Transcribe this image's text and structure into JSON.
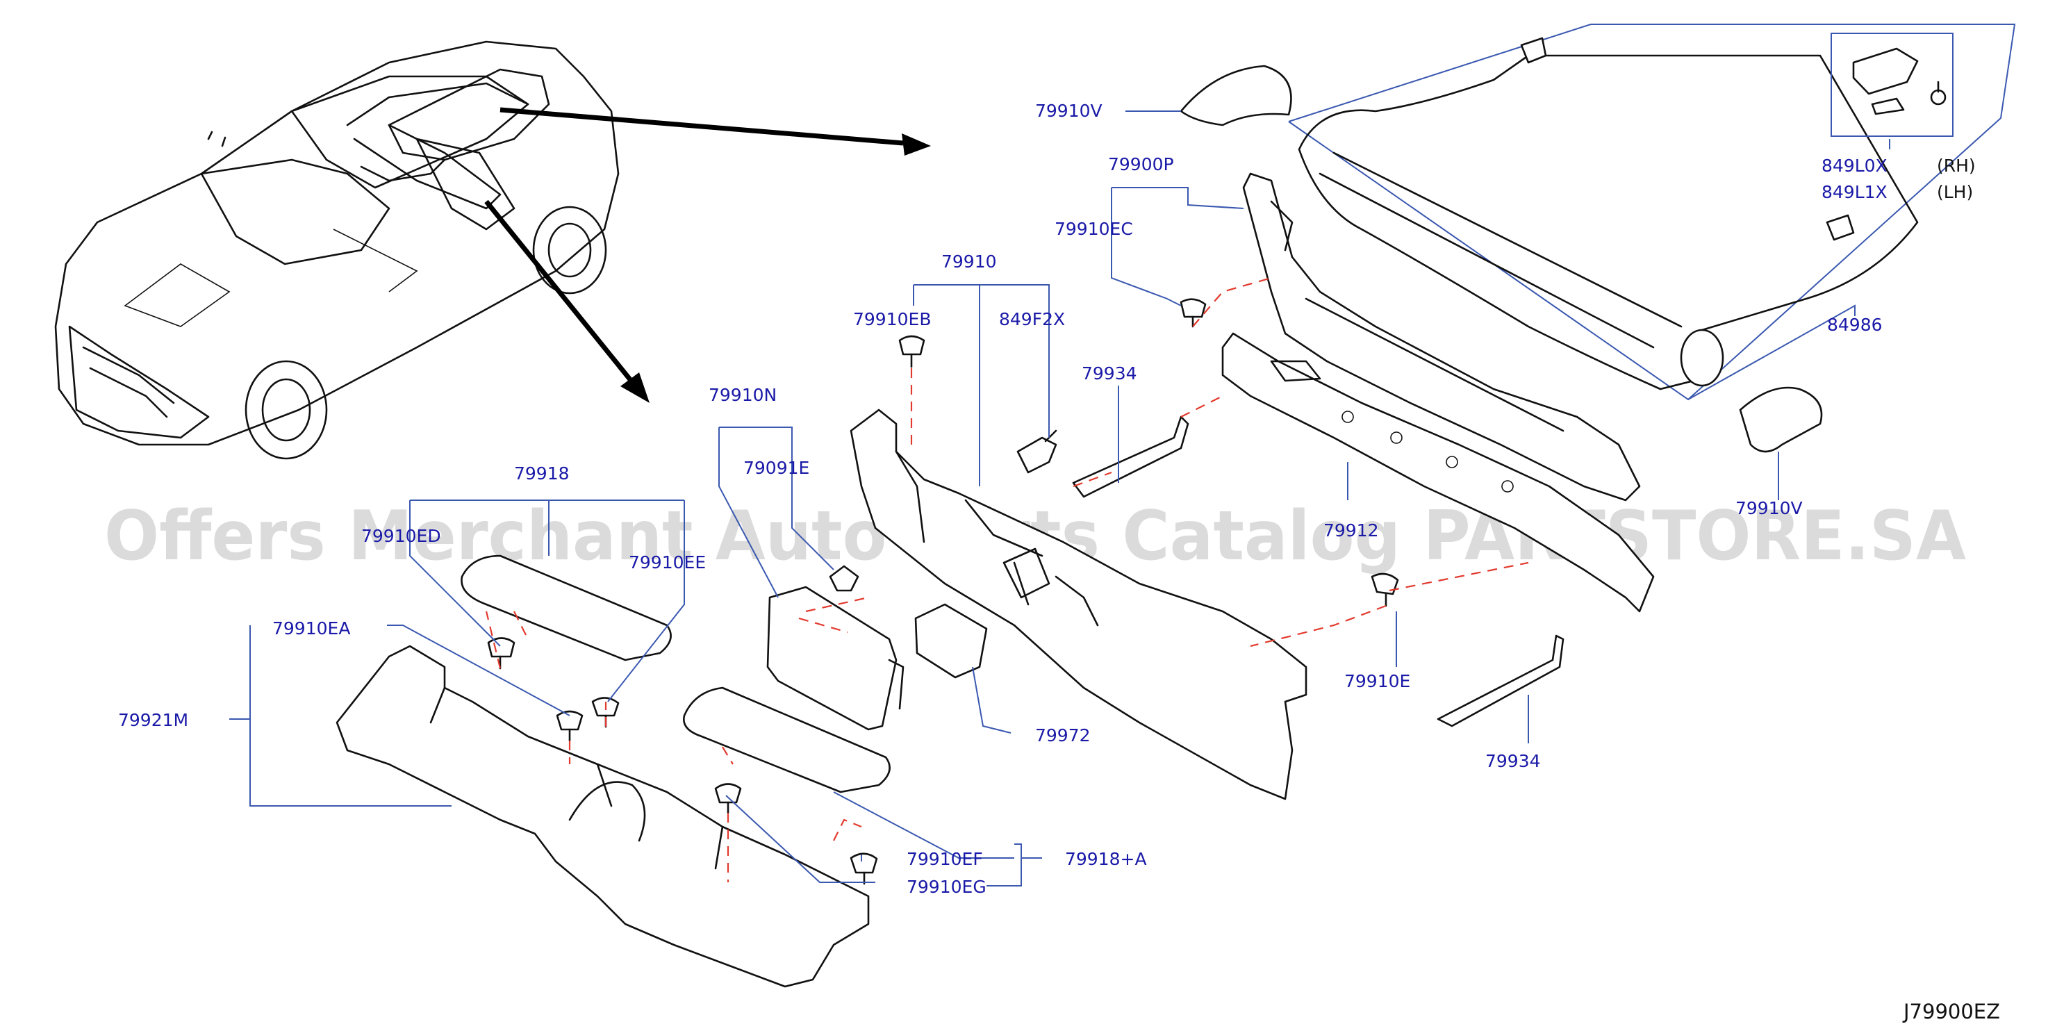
{
  "watermark": "Offers Merchant Auto Parts Catalog PARTSTORE.SA",
  "diagram_code": "J79900EZ",
  "labels": {
    "p79910V_top": "79910V",
    "p79900P": "79900P",
    "p79910EC": "79910EC",
    "p849L0X": "849L0X",
    "p849L1X": "849L1X",
    "rh": "(RH)",
    "lh": "(LH)",
    "p84986": "84986",
    "p79910": "79910",
    "p79910EB": "79910EB",
    "p849F2X": "849F2X",
    "p79934_top": "79934",
    "p79910N": "79910N",
    "p79091E": "79091E",
    "p79918": "79918",
    "p79910ED": "79910ED",
    "p79910EE": "79910EE",
    "p79910EA": "79910EA",
    "p79921M": "79921M",
    "p79972": "79972",
    "p79912": "79912",
    "p79910E": "79910E",
    "p79934_bot": "79934",
    "p79910V_right": "79910V",
    "p79910EF": "79910EF",
    "p79910EG": "79910EG",
    "p79918A": "79918+A"
  },
  "colors": {
    "label": "#1a1aa8",
    "leader": "#3a58b0",
    "dashed": "#e23a2e",
    "outline": "#111111"
  }
}
